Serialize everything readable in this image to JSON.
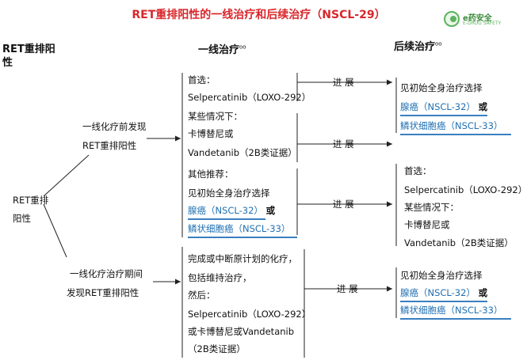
{
  "title": "RET重排阳性的一线治疗和后续治疗（NSCL-29）",
  "logo": {
    "name": "e药安全",
    "sub": "E-DRUG SAFETY"
  },
  "headers": {
    "left": "RET重排阳性",
    "first_line": "一线治疗",
    "first_line_note": "oo",
    "subsequent": "后续治疗",
    "subsequent_note": "oo"
  },
  "root": {
    "line1": "RET重排",
    "line2": "阳性"
  },
  "branches": {
    "before": {
      "line1": "一线化疗前发现",
      "line2": "RET重排阳性"
    },
    "during": {
      "line1": "一线化疗治疗期间",
      "line2": "发现RET重排阳性"
    }
  },
  "first_line": {
    "preferred_label": "首选：",
    "preferred_drug": "Selpercatinib（LOXO-292）",
    "some_label": "某些情况下：",
    "some_drug1": "卡博替尼或",
    "some_drug2": "Vandetanib（2B类证据）",
    "other_label": "其他推荐：",
    "other_text": "见初始全身治疗选择",
    "other_adeno": "腺癌（NSCL-32）",
    "or": "或",
    "other_squamous": "鳞状细胞癌（NSCL-33）",
    "during_1": "完成或中断原计划的化疗，",
    "during_2": "包括维持治疗，",
    "during_3": "然后：",
    "during_4": "Selpercatinib（LOXO-292）",
    "during_5": "或卡博替尼或Vandetanib",
    "during_6": "（2B类证据）"
  },
  "progress_label": "进 展",
  "subsequent": {
    "a_text": "见初始全身治疗选择",
    "a_adeno": "腺癌（NSCL-32）",
    "a_or": "或",
    "a_squamous": "鳞状细胞癌（NSCL-33）",
    "b_preferred_label": "首选：",
    "b_preferred_drug": "Selpercatinib（LOXO-292）",
    "b_some_label": "某些情况下：",
    "b_some_drug1": "卡博替尼或",
    "b_some_drug2": "Vandetanib（2B类证据）",
    "c_text": "见初始全身治疗选择",
    "c_adeno": "腺癌（NSCL-32）",
    "c_or": "或",
    "c_squamous": "鳞状细胞癌（NSCL-33）"
  },
  "colors": {
    "title": "#d9262a",
    "link": "#1f6fb2",
    "underline": "#3a7fc0",
    "logo": "#5db35d"
  }
}
